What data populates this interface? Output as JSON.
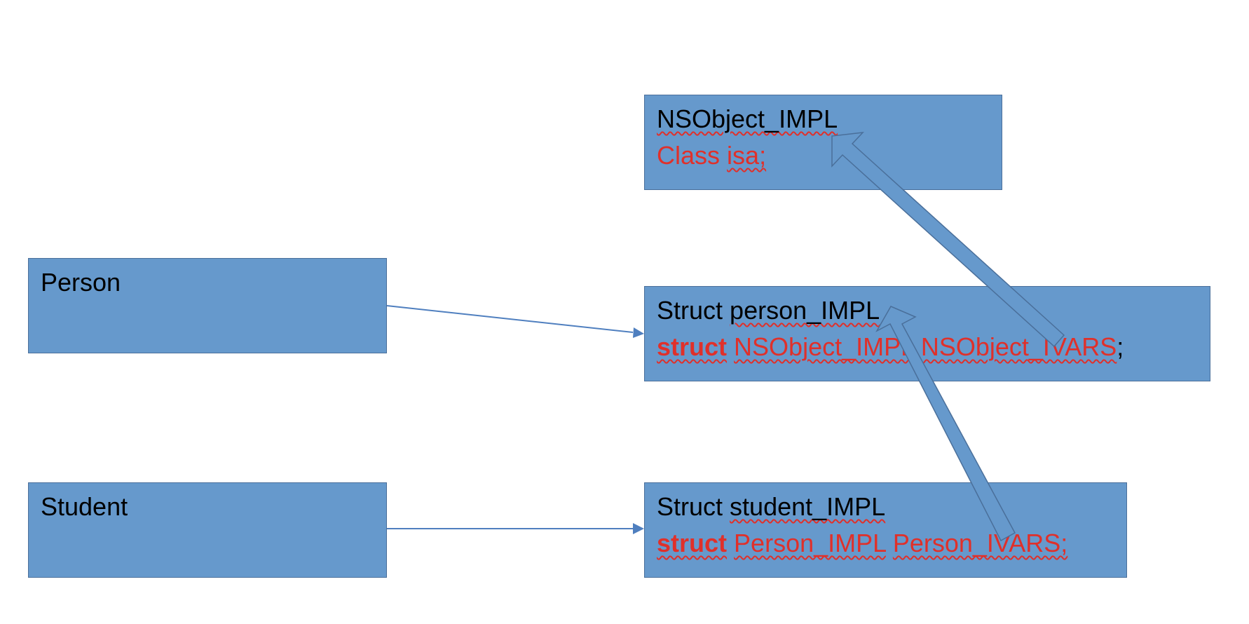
{
  "colors": {
    "box_fill": "#6699cc",
    "box_border": "#4a6f9a",
    "code_red": "#e0302a",
    "connector": "#4f7fbf"
  },
  "boxes": {
    "nsobject": {
      "line1": {
        "name": "NSObject_IMPL"
      },
      "line2": {
        "type": "Class",
        "field": "isa;"
      }
    },
    "person": {
      "line1": {
        "label": "Person"
      }
    },
    "person_impl": {
      "line1": {
        "keyword": "Struct",
        "name": "person_IMPL"
      },
      "line2": {
        "keyword": "struct",
        "type": "NSObject_IMPL",
        "field": "NSObject_IVARS",
        "terminator": ";"
      }
    },
    "student": {
      "line1": {
        "label": "Student"
      }
    },
    "student_impl": {
      "line1": {
        "keyword": "Struct",
        "name": "student_IMPL"
      },
      "line2": {
        "keyword": "struct",
        "type": "Person_IMPL",
        "field": "Person_IVARS;"
      }
    }
  }
}
